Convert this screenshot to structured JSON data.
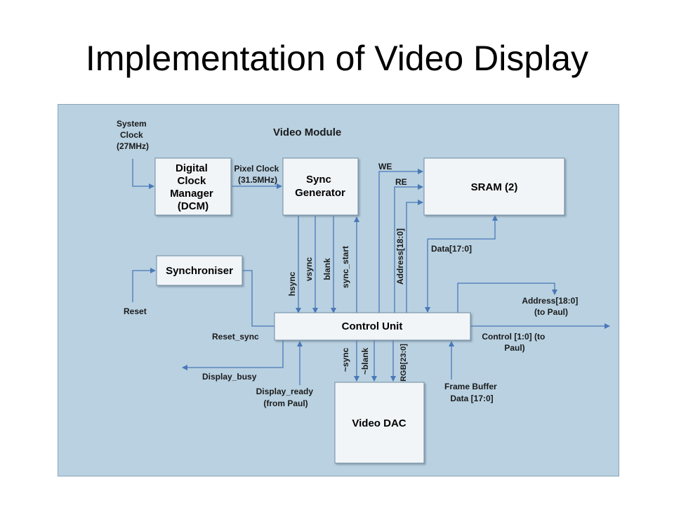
{
  "title": "Implementation of Video Display",
  "module_label": "Video Module",
  "blocks": {
    "dcm": [
      "Digital",
      "Clock",
      "Manager",
      "(DCM)"
    ],
    "sync_gen": [
      "Sync",
      "Generator"
    ],
    "sram": "SRAM (2)",
    "synchroniser": "Synchroniser",
    "control_unit": "Control Unit",
    "video_dac": "Video DAC"
  },
  "signals": {
    "system_clock": [
      "System",
      "Clock",
      "(27MHz)"
    ],
    "pixel_clock": [
      "Pixel Clock",
      "(31.5MHz)"
    ],
    "we": "WE",
    "re": "RE",
    "hsync": "hsync",
    "vsync": "vsync",
    "blank": "blank",
    "sync_start": "sync_start",
    "address_sram": "Address[18:0]",
    "data": "Data[17:0]",
    "reset": "Reset",
    "reset_sync": "Reset_sync",
    "address_out": [
      "Address[18:0]",
      "(to Paul)"
    ],
    "control_out": [
      "Control [1:0] (to",
      "Paul)"
    ],
    "display_busy": "Display_busy",
    "display_ready": [
      "Display_ready",
      "(from Paul)"
    ],
    "nsync": "~sync",
    "nblank": "~blank",
    "rgb": "RGB[23:0]",
    "frame_buffer": [
      "Frame Buffer",
      "Data [17:0]"
    ]
  },
  "colors": {
    "panel": "#b9d1e1",
    "block_fill": "#f2f5f8",
    "block_stroke": "#6e8ca2",
    "wire": "#4a78b8"
  }
}
